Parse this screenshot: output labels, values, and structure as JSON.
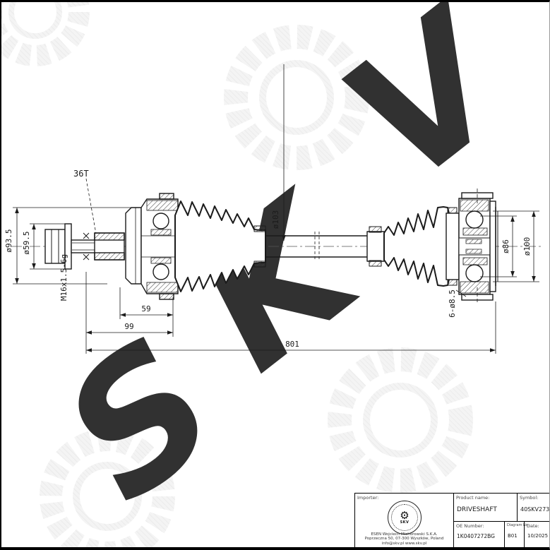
{
  "drawing": {
    "dimensions": {
      "flange_diameter": "ø93.5",
      "washer_diameter": "ø59.5",
      "thread_spec": "M16x1.5-6g",
      "spline_count": "36T",
      "boot_diameter": "ø103",
      "bolt_circle_diameter": "ø86",
      "joint_outer_diameter": "ø100",
      "bolt_holes": "6-ø8.5",
      "spline_length": "59",
      "stub_length": "99",
      "overall_length": "801"
    }
  },
  "watermark": {
    "letters": [
      "S",
      "K",
      "V"
    ],
    "color": "#e9e9e9"
  },
  "title_block": {
    "importer_label": "Importer:",
    "importer_name": "ESEN Wojciech Michorowski S.K.A.",
    "importer_address": "Poprzeczna 50, 07-300 Wyszków, Poland",
    "importer_web": "info@skv.pl  www.skv.pl",
    "logo_text": "SKV",
    "product_label": "Product name:",
    "product_value": "DRIVESHAFT",
    "symbol_label": "Symbol:",
    "symbol_value": "40SKV273",
    "oe_label": "OE Number:",
    "oe_value": "1K0407272BG",
    "diagram_label": "Diagram No.",
    "diagram_value": "B01",
    "date_label": "Date:",
    "date_value": "10/2025"
  },
  "icons": {
    "logo_gear": "⚙"
  }
}
